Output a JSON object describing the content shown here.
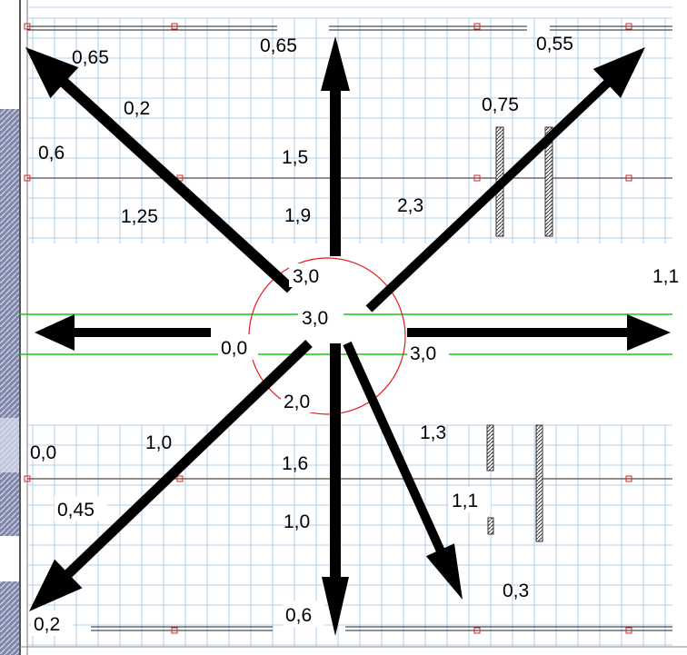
{
  "colors": {
    "grid": "#9dc3e6",
    "arrow": "#000000",
    "circle": "#e02020",
    "green_lines": "#16c916",
    "wall_lines": "#222222",
    "markers": "#e02020"
  },
  "labels": {
    "nw_tip": "0,65",
    "n_tip": "0,65",
    "ne_tip": "0,55",
    "nw_mid": "0,2",
    "ne_mid": "0,75",
    "w_upper": "0,6",
    "n_upper": "1,5",
    "nw_lower": "1,25",
    "n_lower": "1,9",
    "ne_lower": "2,3",
    "center_top": "3,0",
    "center": "3,0",
    "east_edge": "1,1",
    "west": "0,0",
    "east": "3,0",
    "center_bottom": "2,0",
    "sse_upper": "1,3",
    "sw_upper": "1,0",
    "w_lower": "0,0",
    "s_upper": "1,6",
    "sw_mid": "0,45",
    "sse_lower": "1,1",
    "s_lower": "1,0",
    "sse_tip": "0,3",
    "sw_tip": "0,2",
    "s_tip": "0,6"
  },
  "icons": {
    "arrows": [
      "arrow-north-west-icon",
      "arrow-north-icon",
      "arrow-north-east-icon",
      "arrow-west-icon",
      "arrow-east-icon",
      "arrow-south-west-icon",
      "arrow-south-icon",
      "arrow-south-south-east-icon"
    ]
  }
}
